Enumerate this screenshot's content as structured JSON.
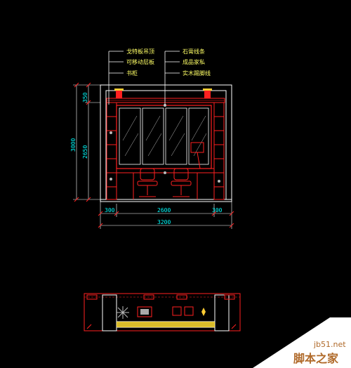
{
  "annotations": {
    "left": [
      "戈特板吊顶",
      "可移动层板",
      "书柜"
    ],
    "right": [
      "石膏线条",
      "成品家私",
      "实木踢脚线"
    ]
  },
  "dimensions": {
    "height_total": "3000",
    "top": "350",
    "middle": "2650",
    "left_side": "300",
    "center": "2600",
    "right_side": "300",
    "total_width": "3200"
  },
  "watermark": {
    "site": "jb51.net",
    "name": "脚本之家"
  },
  "colors": {
    "background": "#000000",
    "outline": "#ffffff",
    "furniture": "#ff2020",
    "dimension": "#00ffff",
    "annotation": "#ffff66",
    "leader": "#ffffff"
  }
}
